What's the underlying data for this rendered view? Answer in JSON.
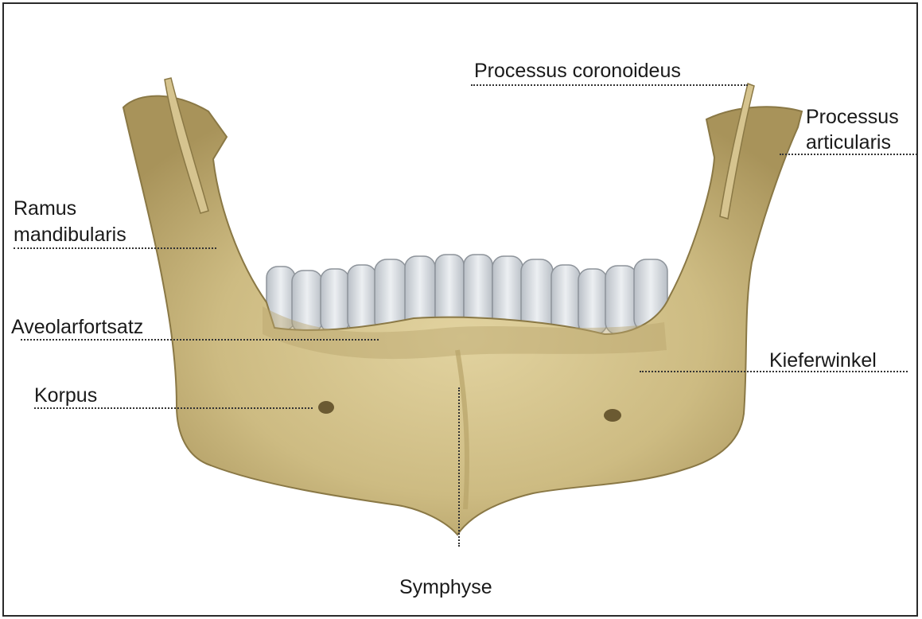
{
  "labels": {
    "processus_coronoideus": "Processus coronoideus",
    "processus_articularis_1": "Processus",
    "processus_articularis_2": "articularis",
    "ramus_1": "Ramus",
    "ramus_2": "mandibularis",
    "aveolarfortsatz": "Aveolarfortsatz",
    "kieferwinkel": "Kieferwinkel",
    "korpus": "Korpus",
    "symphyse": "Symphyse"
  },
  "colors": {
    "bone": "#cdbb82",
    "bone_shadow": "#a8935a",
    "teeth": "#d9dde2",
    "frame": "#2a2a2a"
  }
}
